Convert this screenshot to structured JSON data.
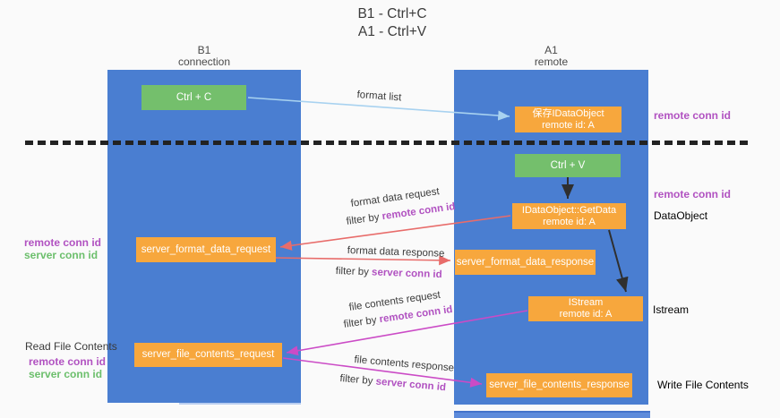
{
  "title": {
    "line1": "B1 - Ctrl+C",
    "line2": "A1 - Ctrl+V"
  },
  "columns": {
    "left": {
      "name": "B1",
      "role": "connection"
    },
    "right": {
      "name": "A1",
      "role": "remote"
    }
  },
  "boxes": {
    "ctrl_c": {
      "label": "Ctrl + C"
    },
    "ctrl_v": {
      "label": "Ctrl + V"
    },
    "save_dataobject": {
      "line1": "保存IDataObject",
      "line2": "remote id: A"
    },
    "getdata": {
      "line1": "IDataObject::GetData",
      "line2": "remote id: A"
    },
    "istream": {
      "line1": "IStream",
      "line2": "remote id: A"
    },
    "server_format_data_request": {
      "label": "server_format_data_request"
    },
    "server_format_data_response": {
      "label": "server_format_data_response"
    },
    "server_file_contents_request": {
      "label": "server_file_contents_request"
    },
    "server_file_contents_response": {
      "label": "server_file_contents_response"
    }
  },
  "flow_labels": {
    "format_list": "format list",
    "format_data_request": {
      "title": "format data request",
      "filter_prefix": "filter by ",
      "filter_key": "remote conn id"
    },
    "format_data_response": {
      "title": "format data response",
      "filter_prefix": "filter by ",
      "filter_key": "server conn id"
    },
    "file_contents_request": {
      "title": "file contents request",
      "filter_prefix": "filter by ",
      "filter_key": "remote conn id"
    },
    "file_contents_response": {
      "title": "file contents response",
      "filter_prefix": "filter by ",
      "filter_key": "server conn id"
    }
  },
  "side_labels": {
    "left_format": {
      "remote": "remote conn id",
      "server": "server conn id"
    },
    "left_file": {
      "title": "Read File Contents",
      "remote": "remote conn id",
      "server": "server conn id"
    },
    "right_top": "remote conn id",
    "right_getdata": {
      "conn": "remote conn id",
      "object": "DataObject"
    },
    "right_istream": "Istream",
    "right_write": "Write File Contents"
  },
  "colors": {
    "column_blue": "#4a7ed1",
    "box_green": "#74bf6c",
    "box_orange": "#f7a73d",
    "arrow_lightblue": "#a8d2f0",
    "arrow_red": "#e86c6a",
    "arrow_magenta": "#cb4bc6",
    "arrow_black": "#2f2f2f",
    "label_purple": "#b152c1",
    "label_green": "#6cbf6c"
  }
}
